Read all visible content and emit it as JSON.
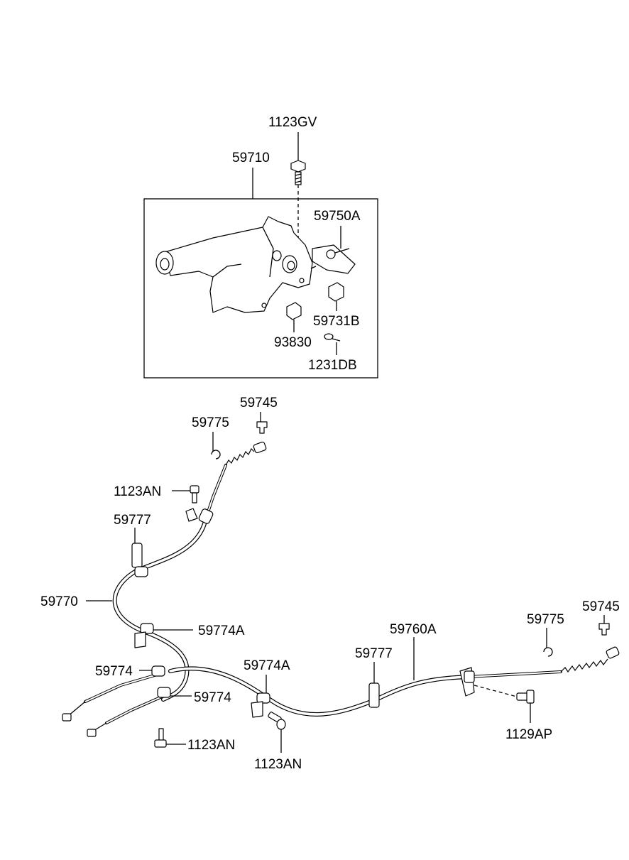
{
  "diagram": {
    "labels": {
      "p_1123GV": "1123GV",
      "p_59710": "59710",
      "p_59750A": "59750A",
      "p_59731B": "59731B",
      "p_93830": "93830",
      "p_1231DB": "1231DB",
      "p_59745_top": "59745",
      "p_59775_top": "59775",
      "p_1123AN_top": "1123AN",
      "p_59777_left": "59777",
      "p_59770": "59770",
      "p_59774A_left": "59774A",
      "p_59774_a": "59774",
      "p_59774_b": "59774",
      "p_59774A_mid": "59774A",
      "p_59777_mid": "59777",
      "p_59760A": "59760A",
      "p_59775_right": "59775",
      "p_59745_right": "59745",
      "p_1129AP": "1129AP",
      "p_1123AN_bl": "1123AN",
      "p_1123AN_bm": "1123AN"
    }
  }
}
